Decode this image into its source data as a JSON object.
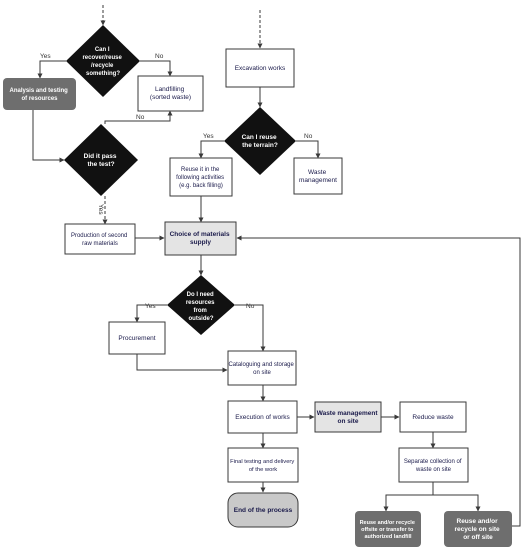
{
  "colors": {
    "diamond": "#111111",
    "gray_box": "#6e6e6e",
    "highlight_box": "#e4e4e4",
    "end_box": "#c9c9c9",
    "line": "#3a3a3a",
    "text": "#1a1a4a"
  },
  "nodes": {
    "recover": [
      "Can I",
      "recover/reuse",
      "/recycle",
      "something?"
    ],
    "analysis": [
      "Analysis and testing",
      "of resources"
    ],
    "landfilling": [
      "Landfilling",
      "(sorted waste)"
    ],
    "excavation": [
      "Excavation works"
    ],
    "reuse_terrain": [
      "Can I reuse",
      "the terrain?"
    ],
    "pass_test": [
      "Did it pass",
      "the test?"
    ],
    "reuse_activities": [
      "Reuse it in the",
      "following activities",
      "(e.g. back filling)"
    ],
    "waste_mgmt": [
      "Waste",
      "management"
    ],
    "production": [
      "Production of second",
      "raw materials"
    ],
    "choice": [
      "Choice of materials",
      "supply"
    ],
    "need_resources": [
      "Do I need",
      "resources",
      "from",
      "outside?"
    ],
    "procurement": [
      "Procurement"
    ],
    "cataloguing": [
      "Cataloguing and storage",
      "on site"
    ],
    "execution": [
      "Execution of works"
    ],
    "waste_mgmt_site": [
      "Waste management",
      "on site"
    ],
    "reduce": [
      "Reduce waste"
    ],
    "final": [
      "Final testing and delivery",
      "of the work"
    ],
    "separate": [
      "Separate collection of",
      "waste on site"
    ],
    "end": [
      "End of the process"
    ],
    "reuse_offsite": [
      "Reuse and/or recycle",
      "offsite or transfer to",
      "authorized landfill"
    ],
    "reuse_onsite": [
      "Reuse and/or",
      "recycle on site",
      "or off site"
    ]
  },
  "edge_labels": {
    "yes": "Yes",
    "no": "No"
  }
}
